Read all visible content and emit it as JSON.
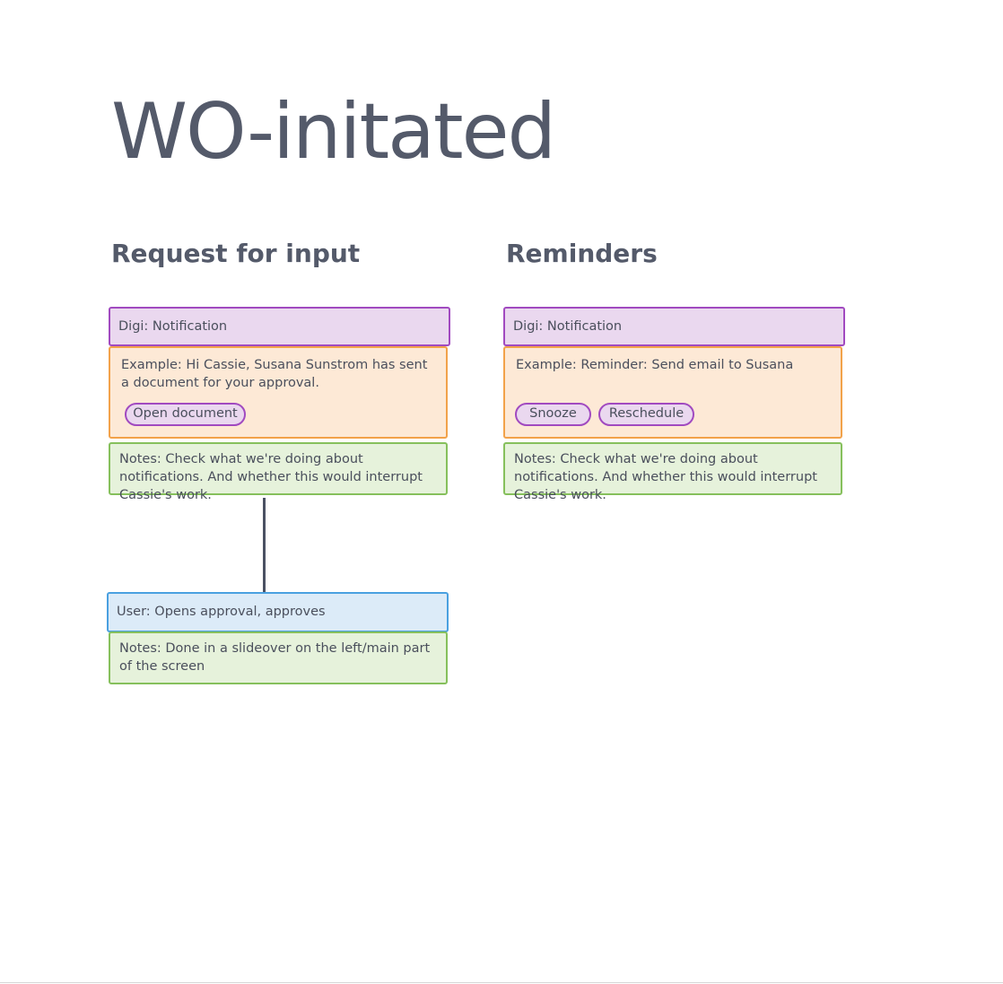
{
  "title": "WO-initated",
  "columns": [
    {
      "heading": "Request for input",
      "digi": "Digi: Notification",
      "example": "Example: Hi Cassie, Susana Sunstrom has sent a document for your approval.",
      "actions": [
        "Open document"
      ],
      "notes": "Notes: Check what we're doing about notifications. And whether this would interrupt Cassie's work.",
      "next": {
        "user": "User: Opens approval, approves",
        "notes": "Notes: Done in a slideover on the left/main part of the screen"
      }
    },
    {
      "heading": "Reminders",
      "digi": "Digi: Notification",
      "example": "Example: Reminder: Send email to Susana",
      "actions": [
        "Snooze",
        "Reschedule"
      ],
      "notes": "Notes: Check what we're doing about notifications. And whether this would interrupt Cassie's work."
    }
  ],
  "colors": {
    "digi_border": "#a14ac0",
    "digi_fill": "#ead8ef",
    "example_border": "#f2a24a",
    "example_fill": "#fde9d6",
    "notes_border": "#86c05c",
    "notes_fill": "#e6f2db",
    "user_border": "#4aa0e0",
    "user_fill": "#dcebf8",
    "connector": "#4b5163"
  }
}
